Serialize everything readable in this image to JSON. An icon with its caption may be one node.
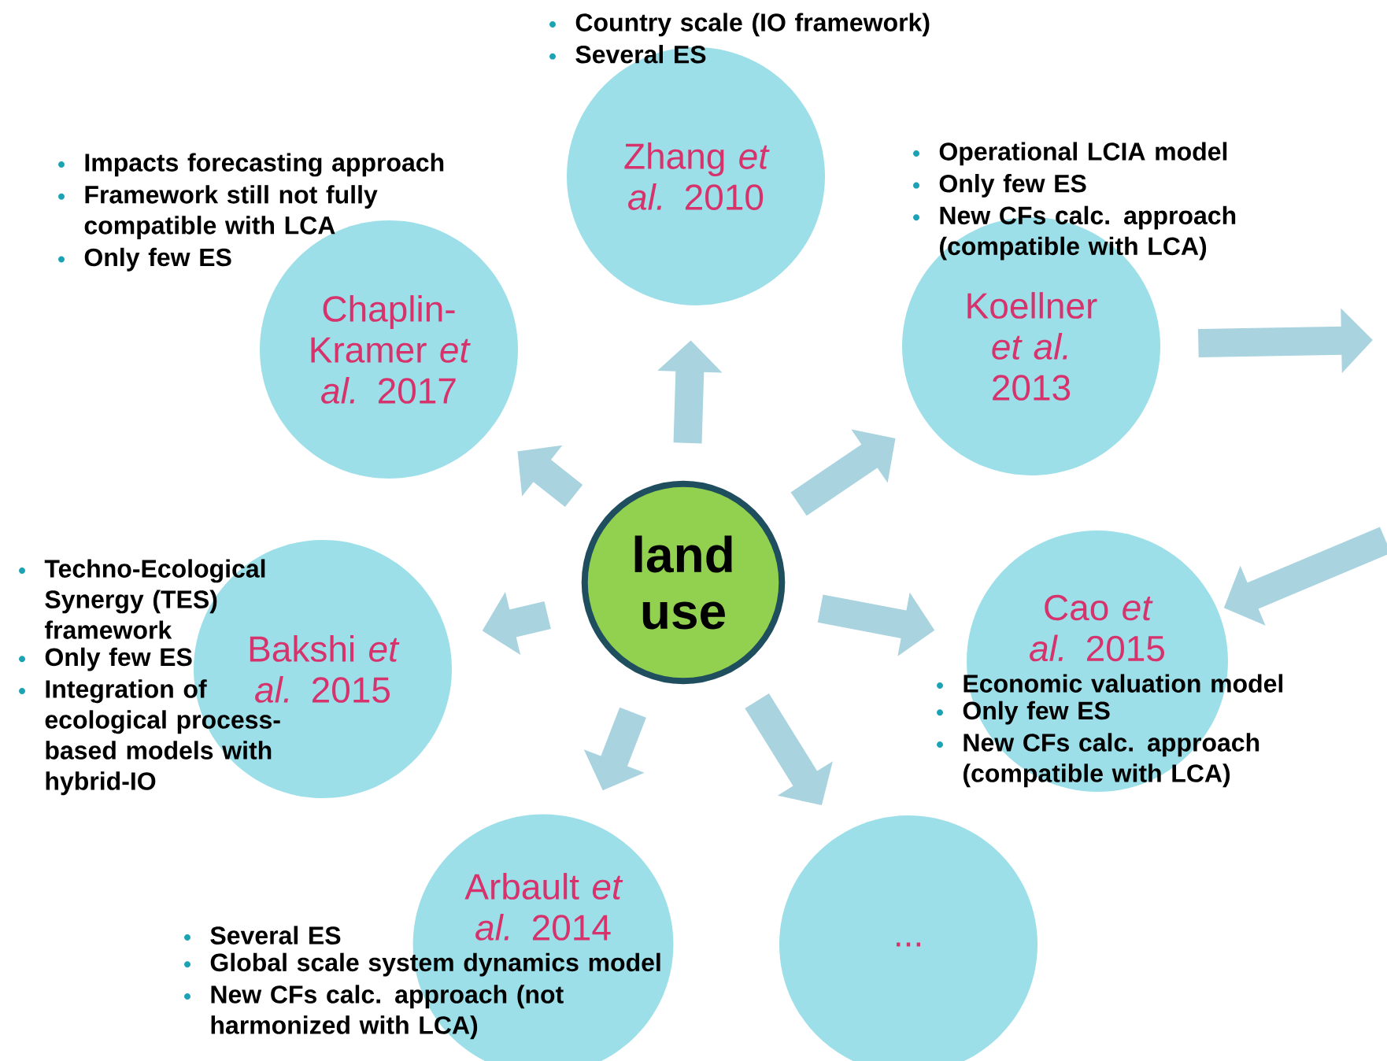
{
  "diagram": {
    "nodes": [
      {
        "text": [
          "Zhang *et al.* 2010"
        ],
        "beside": [
          "Country scale (IO framework)",
          "Several ES"
        ]
      },
      {
        "text": [
          "Chaplin-Kramer *et al.* 2017"
        ],
        "beside": [
          "Impacts forecasting approach",
          "Framework still not fully compatible with LCA",
          "Only few ES"
        ]
      },
      {
        "text": [
          "Koellner *et al.* 2013",
          "Operational LCIA model",
          "Only few ES",
          "New CFs calc. approach (compatible with LCA)"
        ]
      },
      {
        "text": [
          "land use"
        ]
      },
      {
        "text": [
          "Bakshi *et al.* 2015"
        ],
        "beside": [
          "Techno-Ecological Synergy (TES) framework",
          "Only few ES",
          "Integration of ecological process-based models with hybrid-IO"
        ]
      },
      {
        "text": [
          "Cao *et al.* 2015",
          "Economic valuation model",
          "Only few ES",
          "New CFs calc. approach (compatible with LCA)"
        ]
      },
      {
        "text": [
          "Arbault *et al.* 2014",
          "Several ES",
          "Global scale system dynamics model",
          "New CFs calc. approach (not harmonized with LCA)"
        ]
      },
      {
        "text": [
          "..."
        ]
      }
    ],
    "edges": [
      {
        "from": 3,
        "to": 1,
        "arrow": "to"
      },
      {
        "from": 3,
        "to": 0,
        "arrow": "to"
      },
      {
        "from": 3,
        "to": 2,
        "arrow": "to"
      },
      {
        "from": 3,
        "to": 4,
        "arrow": "to"
      },
      {
        "from": 3,
        "to": 5,
        "arrow": "to"
      },
      {
        "from": 3,
        "to": 6,
        "arrow": "to"
      },
      {
        "from": 3,
        "to": 7,
        "arrow": "to"
      },
      {
        "from": 2,
        "to": null,
        "arrow": "to"
      },
      {
        "from": null,
        "to": 5,
        "arrow": "to"
      }
    ]
  }
}
